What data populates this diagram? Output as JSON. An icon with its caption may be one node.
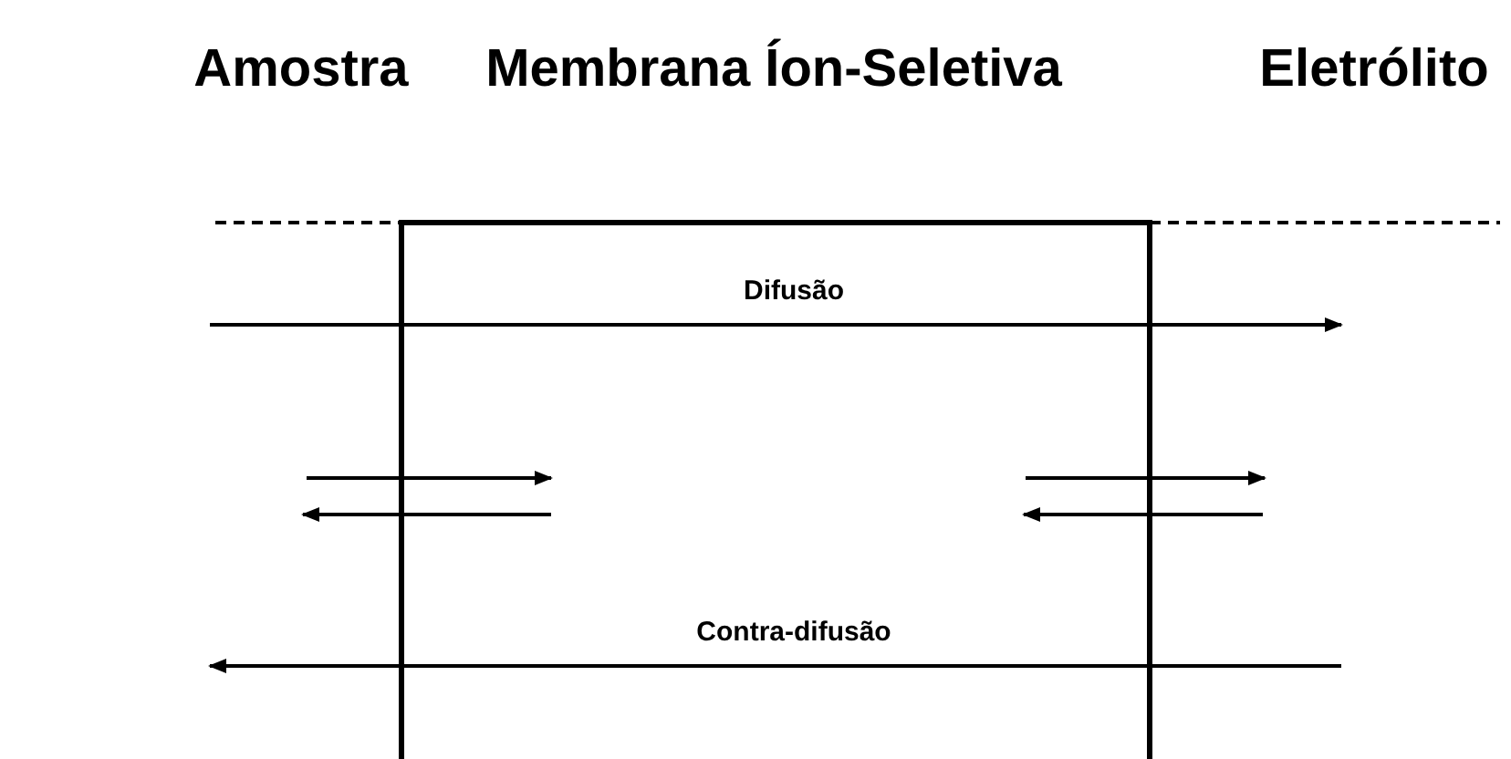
{
  "diagram": {
    "labels": [
      "Amostra",
      "Membrana Íon-Seletiva",
      "Eletrólito",
      "Difusão",
      "Contra-difusão"
    ]
  }
}
